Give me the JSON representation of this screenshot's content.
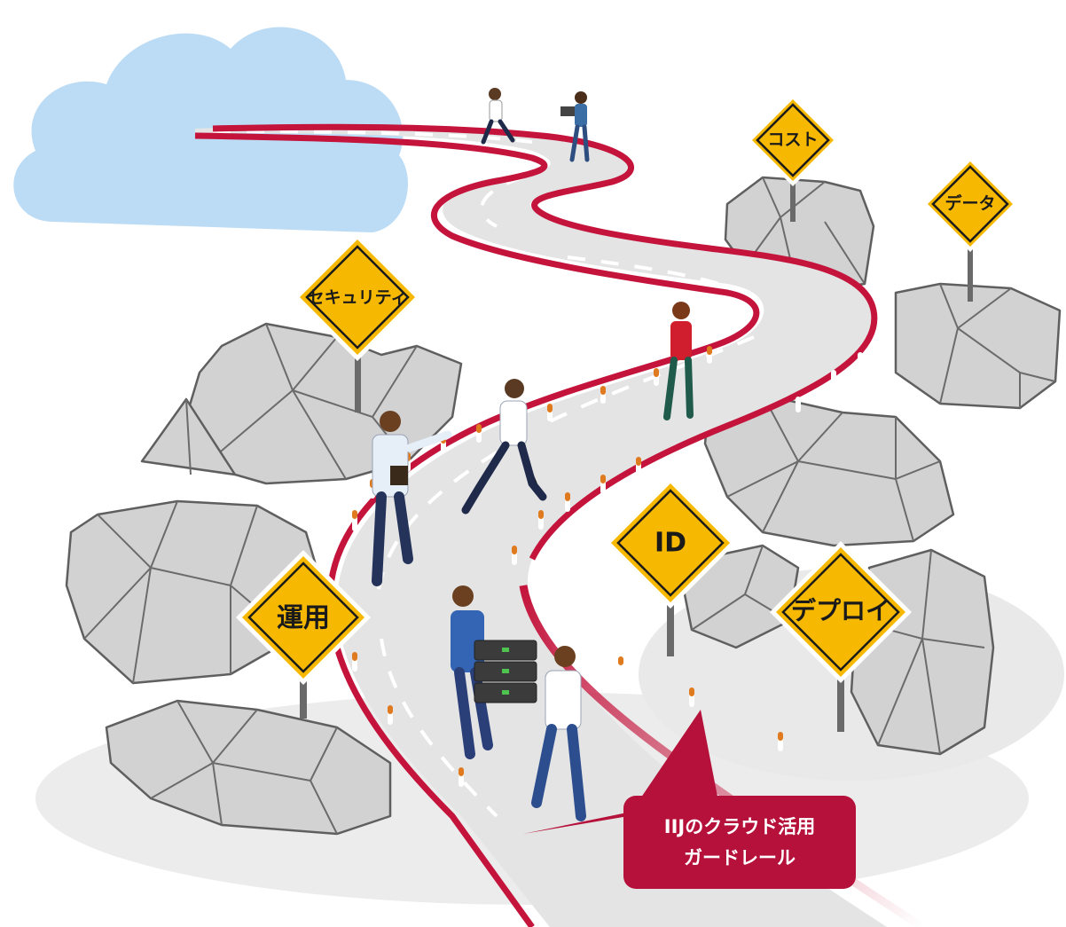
{
  "signs": [
    {
      "id": "security",
      "label": "セキュリティ"
    },
    {
      "id": "cost",
      "label": "コスト"
    },
    {
      "id": "data",
      "label": "データ"
    },
    {
      "id": "id",
      "label": "ID"
    },
    {
      "id": "operations",
      "label": "運用"
    },
    {
      "id": "deploy",
      "label": "デプロイ"
    }
  ],
  "callout": {
    "line1": "IIJのクラウド活用",
    "line2": "ガードレール"
  },
  "colors": {
    "guardrail": "#c4143c",
    "callout_bg": "#b5113a",
    "sign_yellow": "#f6b800",
    "cloud": "#bcdcf5",
    "road": "#e2e2e2"
  }
}
